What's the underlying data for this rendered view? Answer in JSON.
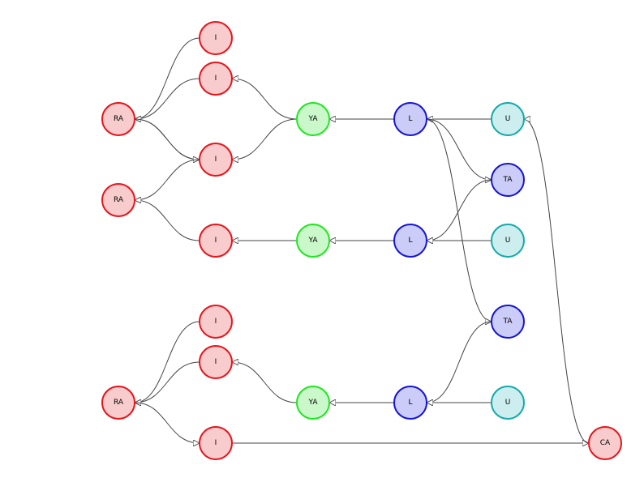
{
  "palette": {
    "red": {
      "fill": "#f8cccc",
      "stroke": "#e8141b"
    },
    "green": {
      "fill": "#cbf8cb",
      "stroke": "#1ee81e"
    },
    "blue": {
      "fill": "#ccccf8",
      "stroke": "#1414d8"
    },
    "teal": {
      "fill": "#cceeee",
      "stroke": "#14aaaa"
    }
  },
  "nodes": [
    {
      "id": "i1",
      "label": "I",
      "color": "red"
    },
    {
      "id": "i2",
      "label": "I",
      "color": "red"
    },
    {
      "id": "ra1",
      "label": "RA",
      "color": "red"
    },
    {
      "id": "ya1",
      "label": "YA",
      "color": "green"
    },
    {
      "id": "l1",
      "label": "L",
      "color": "blue"
    },
    {
      "id": "u1",
      "label": "U",
      "color": "teal"
    },
    {
      "id": "i3",
      "label": "I",
      "color": "red"
    },
    {
      "id": "ta1",
      "label": "TA",
      "color": "blue"
    },
    {
      "id": "ra2",
      "label": "RA",
      "color": "red"
    },
    {
      "id": "i4",
      "label": "I",
      "color": "red"
    },
    {
      "id": "ya2",
      "label": "YA",
      "color": "green"
    },
    {
      "id": "l2",
      "label": "L",
      "color": "blue"
    },
    {
      "id": "u2",
      "label": "U",
      "color": "teal"
    },
    {
      "id": "i5",
      "label": "I",
      "color": "red"
    },
    {
      "id": "ta2",
      "label": "TA",
      "color": "blue"
    },
    {
      "id": "i6",
      "label": "I",
      "color": "red"
    },
    {
      "id": "ra3",
      "label": "RA",
      "color": "red"
    },
    {
      "id": "ya3",
      "label": "YA",
      "color": "green"
    },
    {
      "id": "l3",
      "label": "L",
      "color": "blue"
    },
    {
      "id": "u3",
      "label": "U",
      "color": "teal"
    },
    {
      "id": "i7",
      "label": "I",
      "color": "red"
    },
    {
      "id": "ca1",
      "label": "CA",
      "color": "red"
    }
  ],
  "edges": [
    {
      "from": "i1",
      "to": "ra1"
    },
    {
      "from": "i2",
      "to": "ra1"
    },
    {
      "from": "i3",
      "to": "ra1"
    },
    {
      "from": "ra1",
      "to": "i3"
    },
    {
      "from": "i3",
      "to": "ra2"
    },
    {
      "from": "i4",
      "to": "ra2"
    },
    {
      "from": "ya1",
      "to": "i2"
    },
    {
      "from": "ya1",
      "to": "i3"
    },
    {
      "from": "l1",
      "to": "ya1"
    },
    {
      "from": "u1",
      "to": "l1"
    },
    {
      "from": "l1",
      "to": "ta1"
    },
    {
      "from": "l1",
      "to": "ta2"
    },
    {
      "from": "ya2",
      "to": "i4"
    },
    {
      "from": "l2",
      "to": "ya2"
    },
    {
      "from": "u2",
      "to": "l2"
    },
    {
      "from": "ta1",
      "to": "l2"
    },
    {
      "from": "i5",
      "to": "ra3"
    },
    {
      "from": "i6",
      "to": "ra3"
    },
    {
      "from": "ra3",
      "to": "i7"
    },
    {
      "from": "ya3",
      "to": "i6"
    },
    {
      "from": "l3",
      "to": "ya3"
    },
    {
      "from": "u3",
      "to": "l3"
    },
    {
      "from": "ta2",
      "to": "l3"
    },
    {
      "from": "i7",
      "to": "ca1"
    },
    {
      "from": "ca1",
      "to": "u1"
    }
  ]
}
